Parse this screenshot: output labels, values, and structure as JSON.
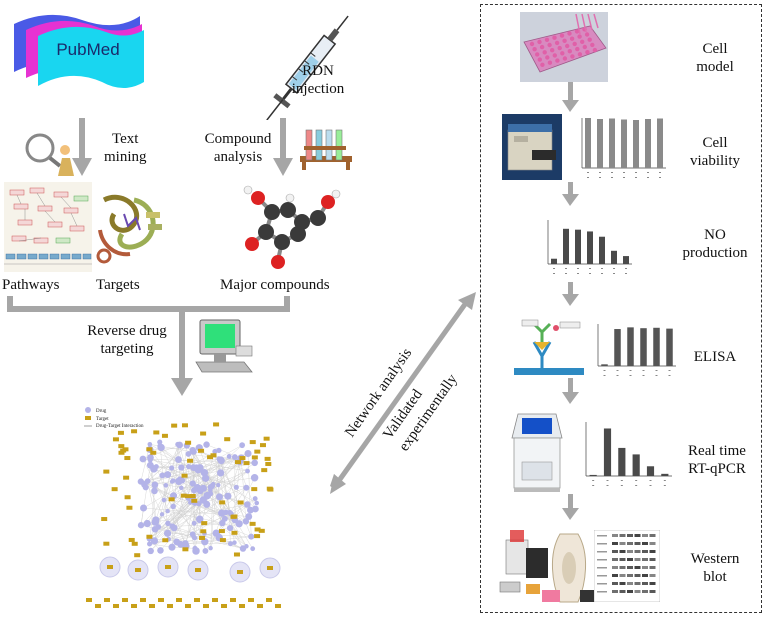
{
  "sources": {
    "database": "PubMed",
    "injection": "RDN\ninjection"
  },
  "steps": {
    "text_mining": "Text\nmining",
    "compound_analysis": "Compound\nanalysis",
    "pathways": "Pathways",
    "targets": "Targets",
    "major_compounds": "Major compounds",
    "reverse_targeting": "Reverse drug\ntargeting",
    "network_analysis": "Network analysis",
    "validated": "Validated\nexperimentally"
  },
  "network_legend": {
    "drug": "Drug",
    "target": "Target",
    "interaction": "Drug-Target\nInteraction"
  },
  "experiments": [
    {
      "id": "cell-model",
      "label": "Cell\nmodel"
    },
    {
      "id": "cell-viability",
      "label": "Cell\nviability"
    },
    {
      "id": "no-production",
      "label": "NO\nproduction"
    },
    {
      "id": "elisa",
      "label": "ELISA"
    },
    {
      "id": "rt-qpcr",
      "label": "Real time\nRT-qPCR"
    },
    {
      "id": "western-blot",
      "label": "Western\nblot"
    }
  ],
  "colors": {
    "arrow": "#a6a6a6",
    "pubmed_cyan": "#19d6f0",
    "pubmed_magenta": "#e632d2",
    "pubmed_blue": "#4a5ae6",
    "drug_node": "#b3b3e8",
    "target_node": "#c8a018",
    "plate_pink": "#e070b0",
    "bar_dark": "#4a4a4a"
  },
  "mini_charts": {
    "cell_viability": [
      100,
      98,
      99,
      97,
      96,
      98,
      99
    ],
    "no_production": [
      12,
      80,
      78,
      74,
      62,
      30,
      18
    ],
    "elisa": [
      4,
      88,
      92,
      90,
      91,
      89
    ],
    "rt_qpcr": [
      2,
      88,
      52,
      40,
      18,
      4
    ]
  }
}
